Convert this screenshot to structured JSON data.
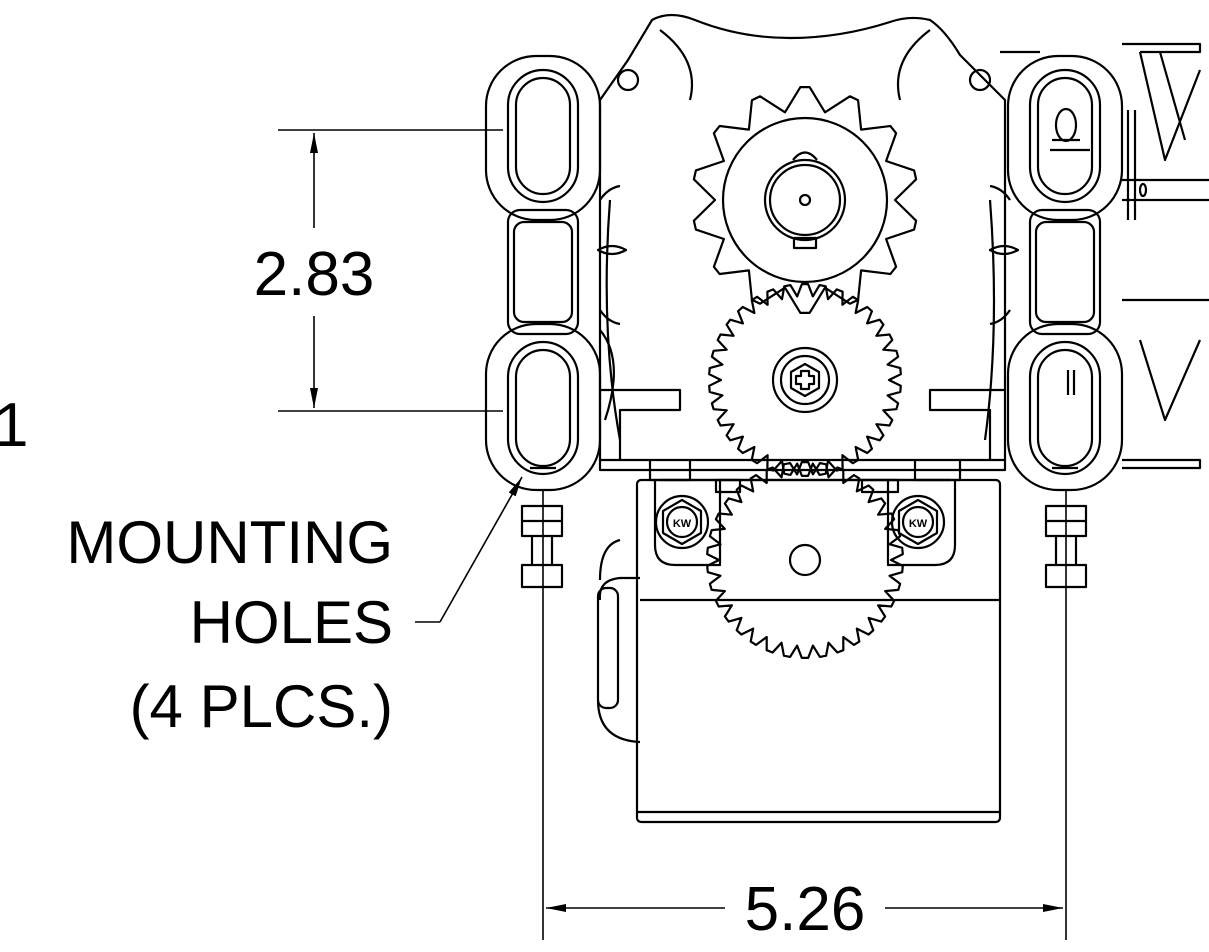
{
  "drawing": {
    "dimensions": {
      "vertical_hole_spacing": "2.83",
      "horizontal_hole_spacing": "5.26",
      "partial_left_dimension": "1"
    },
    "callout": {
      "line1": "MOUNTING",
      "line2": "HOLES",
      "line3": "(4 PLCS.)"
    },
    "bolt_head_marking": "KW",
    "colors": {
      "ink": "#000000",
      "paper": "#ffffff"
    }
  }
}
